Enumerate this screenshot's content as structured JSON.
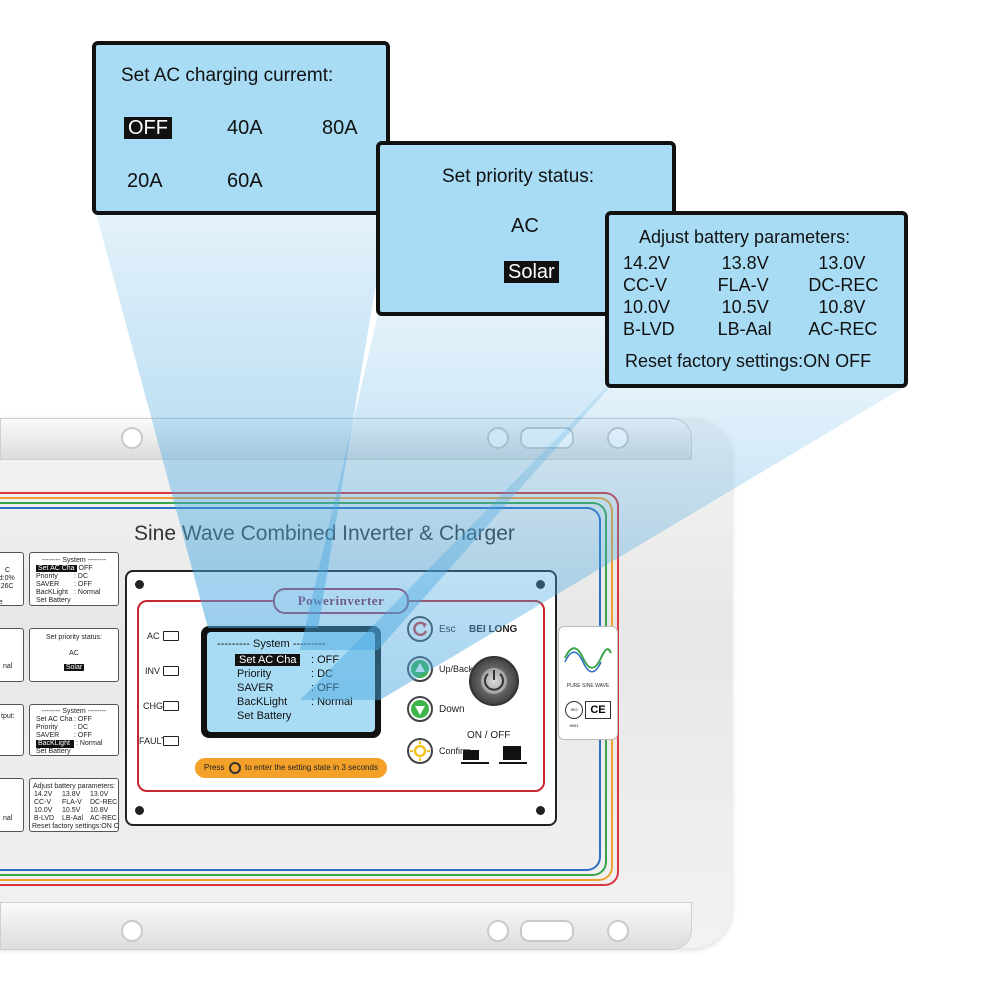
{
  "callouts": {
    "ac_charging": {
      "title": "Set AC charging curremt:",
      "options": [
        "OFF",
        "40A",
        "80A",
        "20A",
        "60A"
      ],
      "selected": "OFF"
    },
    "priority": {
      "title": "Set priority status:",
      "options": [
        "AC",
        "Solar"
      ],
      "selected": "Solar"
    },
    "battery": {
      "title": "Adjust battery parameters:",
      "cells": [
        "14.2V",
        "13.8V",
        "13.0V",
        "CC-V",
        "FLA-V",
        "DC-REC",
        "10.0V",
        "10.5V",
        "10.8V",
        "B-LVD",
        "LB-Aal",
        "AC-REC"
      ],
      "reset": "Reset factory settings:ON OFF"
    }
  },
  "device": {
    "title": "Sine Wave Combined Inverter & Charger",
    "brand": "Powerinverter",
    "maker": "BEI LONG",
    "leds": [
      "AC",
      "INV",
      "CHG",
      "FAULT"
    ],
    "lcd": {
      "header": "--------- System ---------",
      "rows": [
        {
          "label": "Set  AC  Cha",
          "value": ": OFF"
        },
        {
          "label": "Priority",
          "value": ": DC"
        },
        {
          "label": "SAVER",
          "value": ": OFF"
        },
        {
          "label": "BacKLight",
          "value": ": Normal"
        },
        {
          "label": "Set Battery",
          "value": ""
        }
      ]
    },
    "buttons": {
      "esc": "Esc",
      "up": "Up/Back",
      "down": "Down",
      "confirm": "Confirm"
    },
    "switch_label": "ON   /   OFF",
    "press_hint_before": "Press",
    "press_hint_after": "to enter the setting state in 3 seconds",
    "badge_text": "PURE SINE WAVE",
    "cert_marks": [
      "ISO 9001",
      "CE"
    ],
    "icons": [
      "refresh-icon",
      "up-triangle-icon",
      "down-triangle-icon",
      "sun-icon",
      "power-icon",
      "sine-wave-icon"
    ],
    "mini_labels": {
      "sys_header": "-------- System --------",
      "sys_rows": [
        {
          "label": "Set  AC  Cha",
          "value": "OFF"
        },
        {
          "label": "Priority",
          "value": ": DC"
        },
        {
          "label": "SAVER",
          "value": ": OFF"
        },
        {
          "label": "BacKLight",
          "value": ": Normal"
        },
        {
          "label": "Set Battery",
          "value": ""
        }
      ],
      "sys_rows2": [
        {
          "label": "Set  AC  Cha",
          "value": ": OFF"
        },
        {
          "label": "Priority",
          "value": ": DC"
        },
        {
          "label": "SAVER",
          "value": ": OFF"
        },
        {
          "label": "BacKLight",
          "value": ": Normal"
        },
        {
          "label": "Set Battery",
          "value": ""
        }
      ],
      "priority_title": "Set priority status:",
      "priority_ac": "AC",
      "priority_solar": "Solar",
      "output_fragment": "tput:",
      "battery_title": "Adjust battery parameters:",
      "battery_rows": [
        [
          "14.2V",
          "13.8V",
          "13.0V"
        ],
        [
          "CC-V",
          "FLA-V",
          "DC-REC"
        ],
        [
          "10.0V",
          "10.5V",
          "10.8V"
        ],
        [
          "B-LVD",
          "LB-Aal",
          "AC-REC"
        ]
      ],
      "battery_reset": "Reset factory settings:ON OFF",
      "left_fragments": [
        "C",
        "oad:0%",
        "np:26C",
        "ode",
        "nal",
        "nal"
      ]
    }
  },
  "colors": {
    "screen_blue": "#a8dcf5",
    "beam_blue": "#4aa8e0",
    "panel_red": "#c8262e",
    "stripe_red": "#d9363e",
    "stripe_orange": "#f0a030",
    "stripe_green": "#3aa44a",
    "stripe_blue": "#2d6fc2",
    "press_orange": "#f4a12a",
    "btn_green": "#3cb44a",
    "btn_yellow": "#f2c21e",
    "btn_red": "#d33b3b"
  }
}
